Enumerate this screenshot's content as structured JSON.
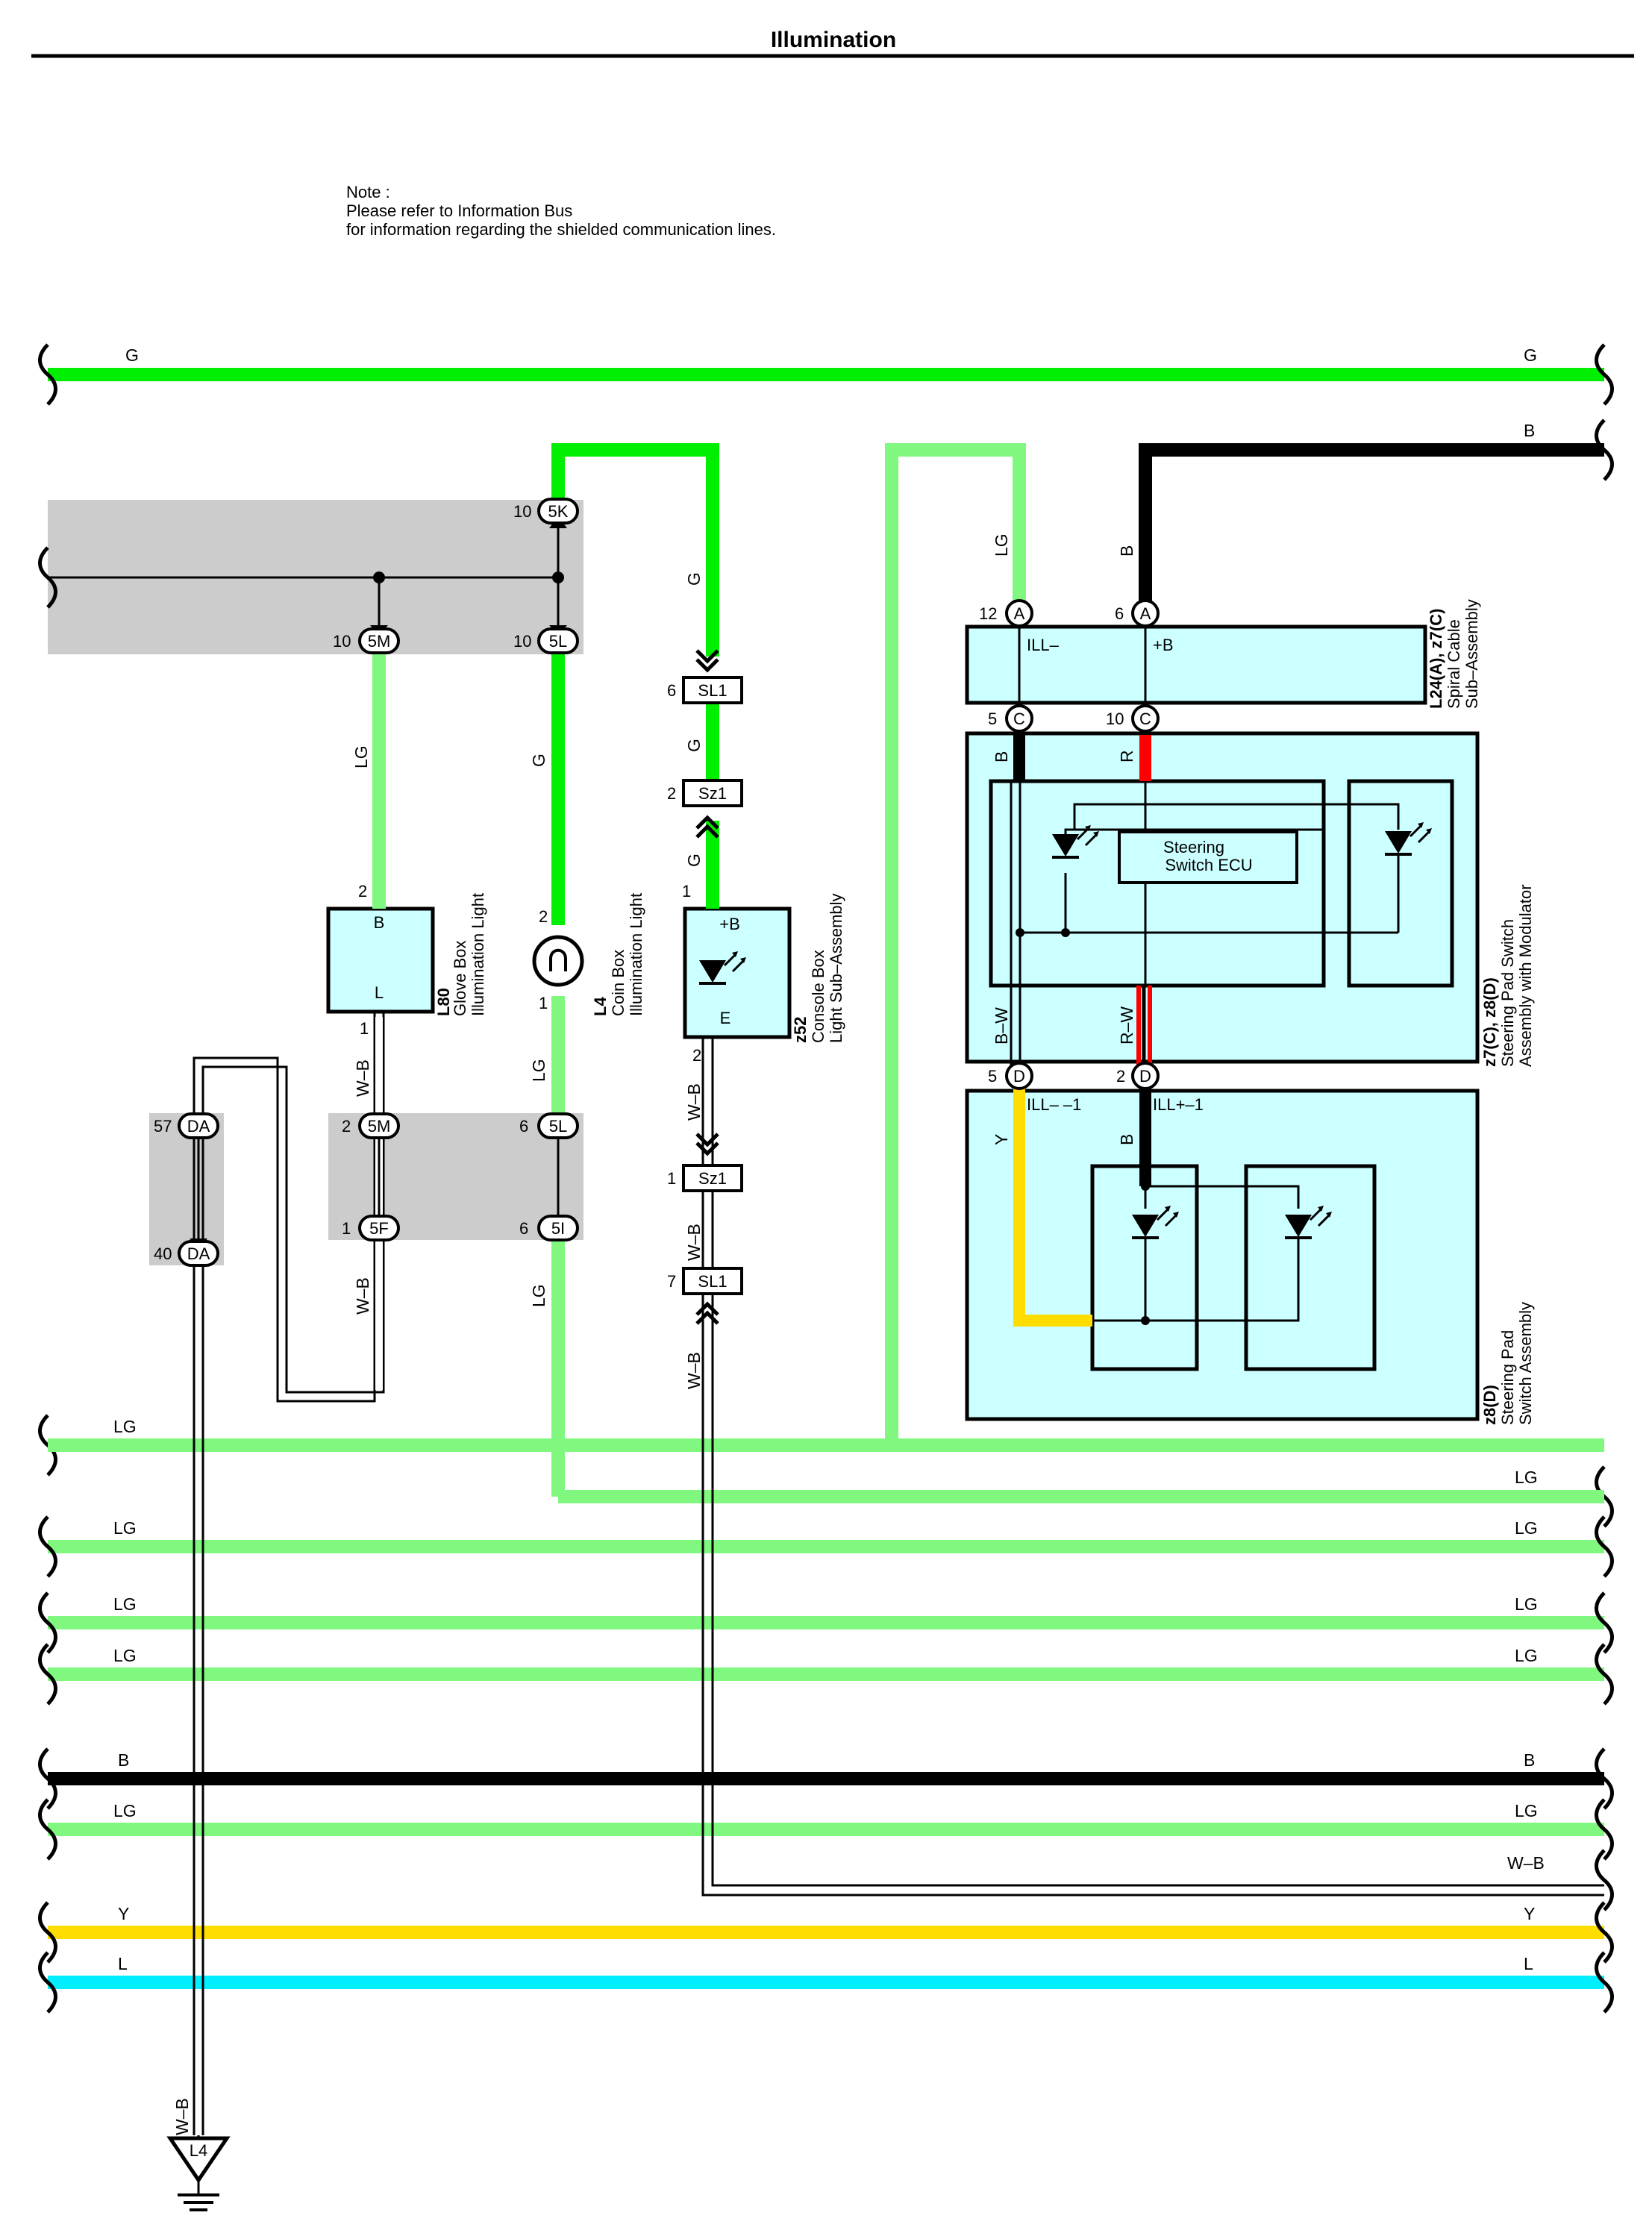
{
  "title": "Illumination",
  "note": {
    "line1": "Note :",
    "line2": "Please refer to Information Bus",
    "line3": "for information regarding the shielded communication lines."
  },
  "colors": {
    "G": "#00ee00",
    "LG": "#80f880",
    "B": "#000000",
    "Y": "#ffdd00",
    "L": "#00eeff",
    "R": "#ff0000",
    "component_fill": "#ccffff",
    "junction_fill": "#cccccc"
  },
  "wires": {
    "G": "G",
    "LG": "LG",
    "B": "B",
    "Y": "Y",
    "L": "L",
    "WB": "W–B",
    "BW": "B–W",
    "RW": "R–W",
    "R": "R"
  },
  "connectors": {
    "c5K": "5K",
    "c5M": "5M",
    "c5L": "5L",
    "c5F": "5F",
    "c5I": "5I",
    "cDA": "DA",
    "cSL1": "SL1",
    "cSz1": "Sz1",
    "cA": "A",
    "cC": "C",
    "cD": "D"
  },
  "pins": {
    "p10": "10",
    "p12": "12",
    "p6": "6",
    "p5": "5",
    "p2": "2",
    "p1": "1",
    "p57": "57",
    "p40": "40",
    "p7": "7"
  },
  "components": {
    "l80": {
      "code": "L80",
      "name1": "Glove Box",
      "name2": "Illumination Light",
      "term_top": "B",
      "term_bot": "L"
    },
    "l4": {
      "code": "L4",
      "name1": "Coin Box",
      "name2": "Illumination Light"
    },
    "z52": {
      "code": "z52",
      "name1": "Console Box",
      "name2": "Light Sub–Assembly",
      "term_top": "+B",
      "term_bot": "E"
    },
    "spiral": {
      "code": "L24(A), z7(C)",
      "name1": "Spiral Cable",
      "name2": "Sub–Assembly",
      "term_ill": "ILL–",
      "term_b": "+B"
    },
    "ecu": {
      "line1": "Steering",
      "line2": "Switch ECU"
    },
    "mod": {
      "code": "z7(C), z8(D)",
      "name1": "Steering Pad Switch",
      "name2": "Assembly with Modulator"
    },
    "pad": {
      "code": "z8(D)",
      "name1": "Steering Pad",
      "name2": "Switch Assembly",
      "term_ill_minus": "ILL– –1",
      "term_ill_plus": "ILL+–1"
    }
  },
  "ground": {
    "label": "L4"
  }
}
